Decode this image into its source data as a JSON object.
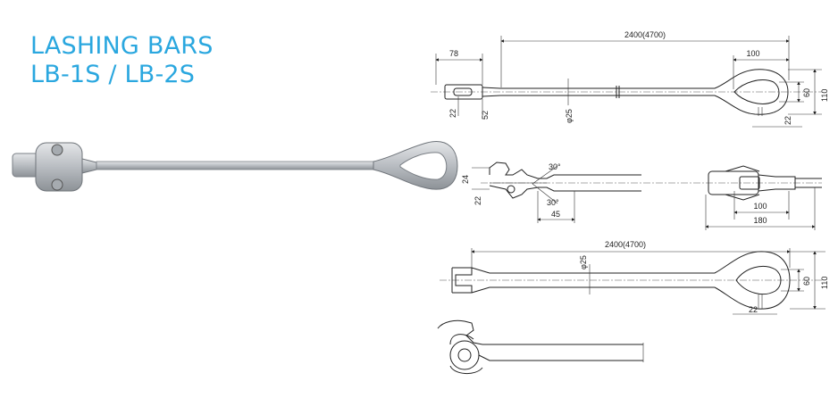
{
  "title": {
    "line1": "LASHING BARS",
    "line2": "LB-1S / LB-2S"
  },
  "colors": {
    "title": "#2aa7df",
    "metal": "#c9ccd0",
    "line": "#222222"
  },
  "drawing1": {
    "length": "2400(4700)",
    "d100": "100",
    "d78": "78",
    "d110": "110",
    "d60": "60",
    "d22a": "22",
    "d22b": "22",
    "d52": "52",
    "d25": "φ25"
  },
  "drawing2": {
    "a30a": "30°",
    "a30b": "30°",
    "d24": "24",
    "d22": "22",
    "d45": "45",
    "d100": "100",
    "d180": "180"
  },
  "drawing3": {
    "length": "2400(4700)",
    "d25": "φ25",
    "d110": "110",
    "d60": "60",
    "d22": "22"
  }
}
